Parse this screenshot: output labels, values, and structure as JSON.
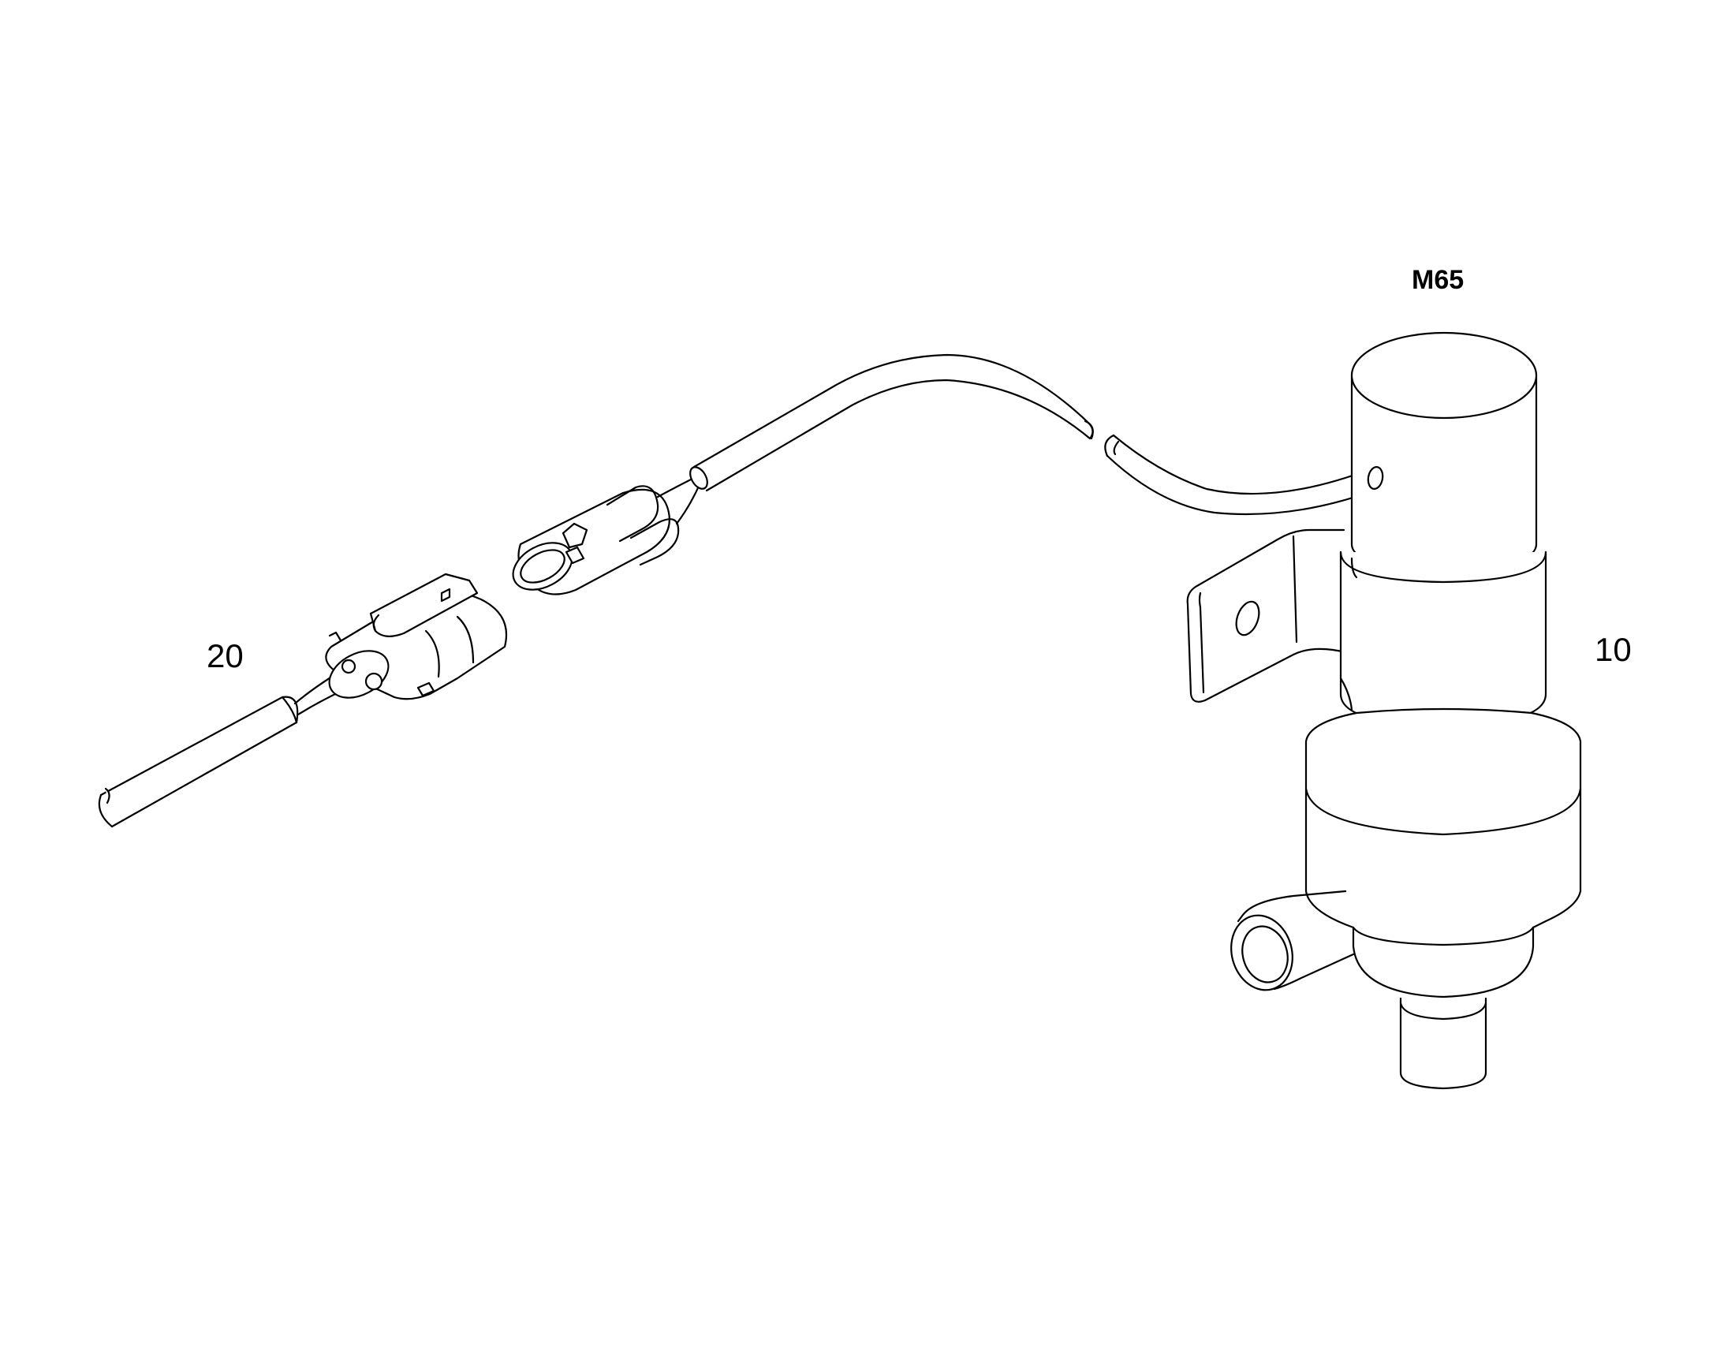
{
  "diagram": {
    "component_code": "M65",
    "callouts": [
      {
        "id": "10",
        "label": "10",
        "part": "pump"
      },
      {
        "id": "20",
        "label": "20",
        "part": "connector"
      }
    ],
    "colors": {
      "line": "#000000",
      "background": "#ffffff"
    }
  }
}
